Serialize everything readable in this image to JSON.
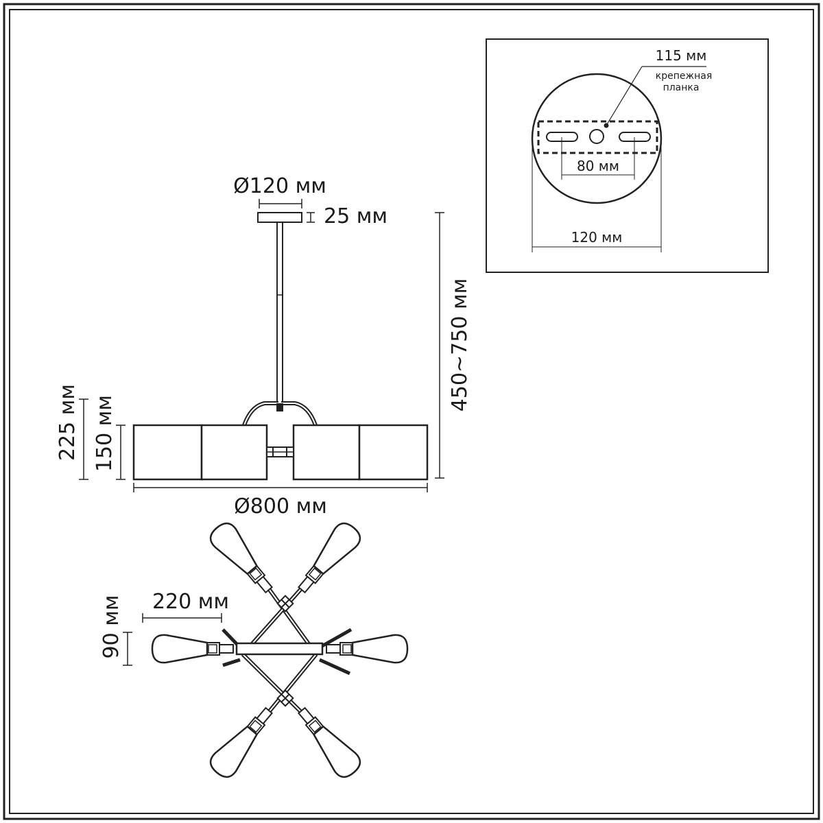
{
  "dimensions": {
    "canopy_diameter": "Ø120 мм",
    "canopy_height": "25 мм",
    "total_height": "450~750 мм",
    "height_with_bend": "225 мм",
    "shade_height": "150 мм",
    "overall_diameter": "Ø800 мм",
    "arm_length": "220 мм",
    "bulb_width": "90 мм"
  },
  "mount_plate": {
    "screw_spacing": "115 мм",
    "label_line1": "крепежная",
    "label_line2": "планка",
    "slot_spacing": "80 мм",
    "canopy_width": "120 мм"
  }
}
